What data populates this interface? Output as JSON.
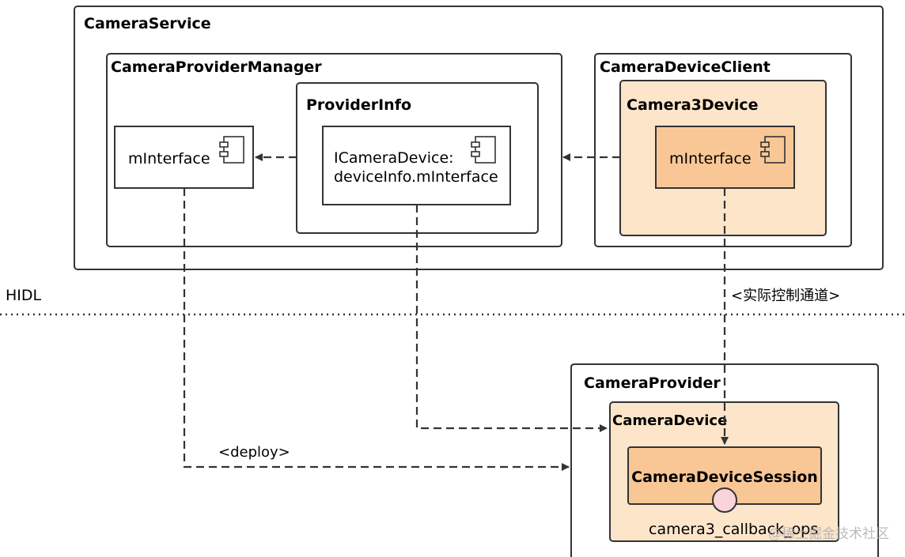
{
  "boxes": {
    "camera_service": "CameraService",
    "camera_provider_manager": "CameraProviderManager",
    "provider_info": "ProviderInfo",
    "camera_device_client": "CameraDeviceClient",
    "camera3_device": "Camera3Device",
    "camera_provider": "CameraProvider",
    "camera_device": "CameraDevice",
    "camera_device_session": "CameraDeviceSession"
  },
  "components": {
    "manager_interface": "mInterface",
    "provider_info_interface_line1": "ICameraDevice:",
    "provider_info_interface_line2": "deviceInfo.mInterface",
    "camera3_interface": "mInterface"
  },
  "labels": {
    "hidl": "HIDL",
    "control_channel": "<实际控制通道>",
    "deploy": "<deploy>",
    "callback_ops": "camera3_callback_ops",
    "watermark": "@稀土掘金技术社区"
  },
  "icons": {
    "component": "uml-component-icon",
    "interface": "lollipop-interface-icon"
  },
  "colors": {
    "line": "#333333",
    "light_orange": "#fde5c9",
    "orange": "#f9c796",
    "circle": "#f9d4da",
    "border_orange": "#7b5a3a"
  }
}
